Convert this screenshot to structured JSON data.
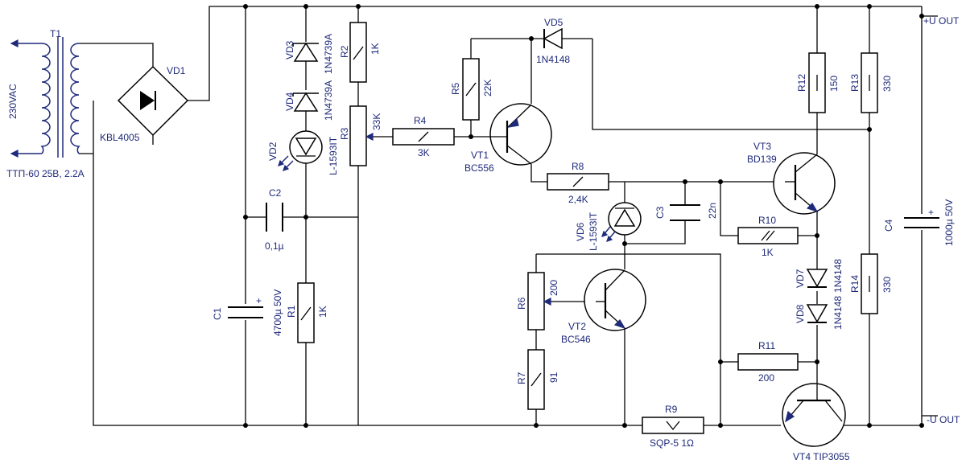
{
  "labels": {
    "t1": "T1",
    "t1_type": "ТТП-60 25В, 2.2А",
    "vac": "230VAC",
    "vd1": "VD1",
    "vd1_type": "KBL4005",
    "vd3": "VD3",
    "vd3_type": "1N4739A",
    "vd4": "VD4",
    "vd4_type": "1N4739A",
    "vd2": "VD2",
    "vd2_type": "L-1593IT",
    "r2": "R2",
    "r2_val": "1K",
    "r3": "R3",
    "r3_val": "33K",
    "c2": "C2",
    "c2_val": "0,1µ",
    "c1": "C1",
    "c1_val": "4700µ 50V",
    "r1": "R1",
    "r1_val": "1K",
    "r4": "R4",
    "r4_val": "3K",
    "r5": "R5",
    "r5_val": "22K",
    "vd5": "VD5",
    "vd5_type": "1N4148",
    "vt1": "VT1",
    "vt1_type": "BC556",
    "r8": "R8",
    "r8_val": "2,4K",
    "vd6": "VD6",
    "vd6_type": "L-1593IT",
    "c3": "C3",
    "c3_val": "22n",
    "r6": "R6",
    "r6_val": "200",
    "vt2": "VT2",
    "vt2_type": "BC546",
    "r7": "R7",
    "r7_val": "91",
    "r9": "R9",
    "r9_val": "SQP-5 1Ω",
    "r12": "R12",
    "r12_val": "150",
    "r13": "R13",
    "r13_val": "330",
    "vt3": "VT3",
    "vt3_type": "BD139",
    "r10": "R10",
    "r10_val": "1K",
    "vd7": "VD7",
    "vd7_type": "1N4148",
    "vd8": "VD8",
    "vd8_type": "1N4148",
    "r14": "R14",
    "r14_val": "330",
    "r11": "R11",
    "r11_val": "200",
    "vt4": "VT4 TIP3055",
    "c4": "C4",
    "c4_val": "1000µ 50V",
    "plus": "+",
    "u_out_pos": "+U OUT",
    "u_out_neg": "-U OUT"
  }
}
